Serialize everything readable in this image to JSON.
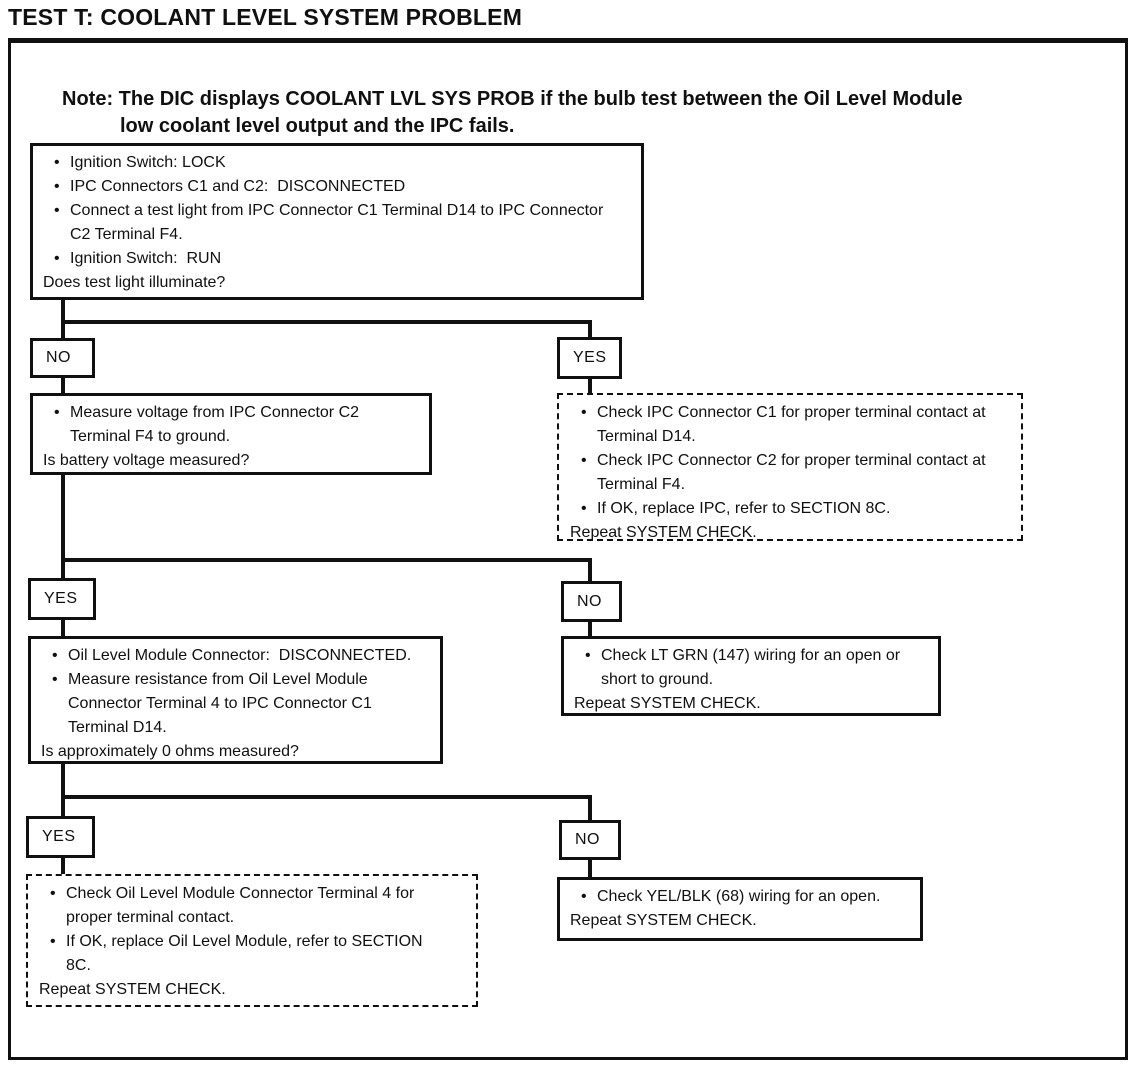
{
  "page": {
    "title": "TEST T: COOLANT LEVEL SYSTEM PROBLEM"
  },
  "note": {
    "prefix": "Note:",
    "line1": "The DIC displays COOLANT LVL SYS PROB if the bulb test between the Oil Level Module",
    "line2": "low coolant level output and the IPC fails."
  },
  "colors": {
    "ink": "#101010",
    "paper": "#ffffff"
  },
  "flowchart": {
    "start_box": {
      "bullets": [
        "Ignition Switch: LOCK",
        "IPC Connectors C1 and C2:  DISCONNECTED",
        "Connect a test light from IPC Connector C1 Terminal D14 to IPC Connector\nC2 Terminal F4.",
        "Ignition Switch:  RUN"
      ],
      "question": "Does test light illuminate?"
    },
    "branch1": {
      "left": "NO",
      "right": "YES"
    },
    "measure_voltage_box": {
      "bullets": [
        "Measure voltage from IPC Connector C2\nTerminal F4 to ground."
      ],
      "question": "Is battery voltage measured?"
    },
    "check_ipc_box": {
      "bullets": [
        "Check IPC Connector C1 for proper terminal contact at\nTerminal D14.",
        "Check IPC Connector C2 for proper terminal contact at\nTerminal F4.",
        "If OK, replace IPC, refer to SECTION 8C."
      ],
      "footer": "Repeat SYSTEM CHECK."
    },
    "branch2": {
      "left": "YES",
      "right": "NO"
    },
    "oil_module_box": {
      "bullets": [
        "Oil Level Module Connector:  DISCONNECTED.",
        "Measure resistance from Oil Level Module\nConnector Terminal 4 to IPC Connector C1\nTerminal D14."
      ],
      "question": "Is approximately 0 ohms measured?"
    },
    "check_lt_grn_box": {
      "bullets": [
        "Check LT GRN (147) wiring for an open or\nshort to ground."
      ],
      "footer": "Repeat SYSTEM CHECK."
    },
    "branch3": {
      "left": "YES",
      "right": "NO"
    },
    "check_oil_terminal_box": {
      "bullets": [
        "Check Oil Level Module Connector Terminal 4 for\nproper terminal contact.",
        "If OK, replace Oil Level Module, refer to SECTION\n8C."
      ],
      "footer": "Repeat SYSTEM CHECK."
    },
    "check_yel_blk_box": {
      "bullets": [
        "Check YEL/BLK (68) wiring for an open."
      ],
      "footer": "Repeat SYSTEM CHECK."
    }
  }
}
